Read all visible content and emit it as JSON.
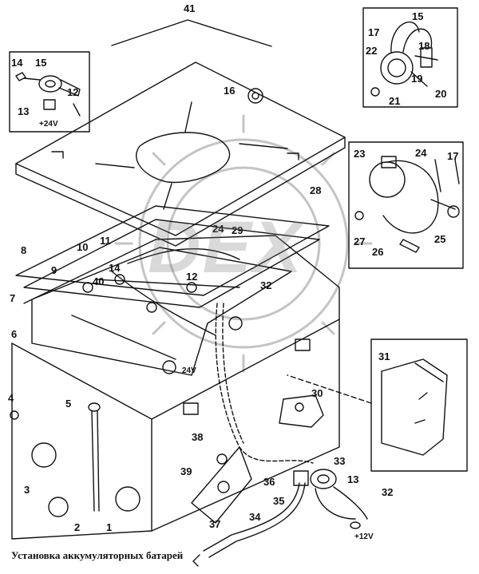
{
  "caption": "Установка аккумуляторных батарей",
  "watermark": "DEX",
  "voltage_labels": [
    "+24V",
    "24V",
    "+12V"
  ],
  "part_numbers": [
    "41",
    "14",
    "15",
    "12",
    "13",
    "16",
    "17",
    "15",
    "18",
    "22",
    "19",
    "21",
    "20",
    "28",
    "23",
    "24",
    "17",
    "27",
    "26",
    "25",
    "8",
    "10",
    "11",
    "9",
    "14",
    "24",
    "29",
    "40",
    "12",
    "32",
    "7",
    "6",
    "31",
    "4",
    "5",
    "30",
    "38",
    "39",
    "33",
    "36",
    "3",
    "2",
    "1",
    "37",
    "35",
    "13",
    "32",
    "34"
  ],
  "colors": {
    "line": "#111111",
    "paper": "#ffffff",
    "gear": "#bdbdbd"
  }
}
